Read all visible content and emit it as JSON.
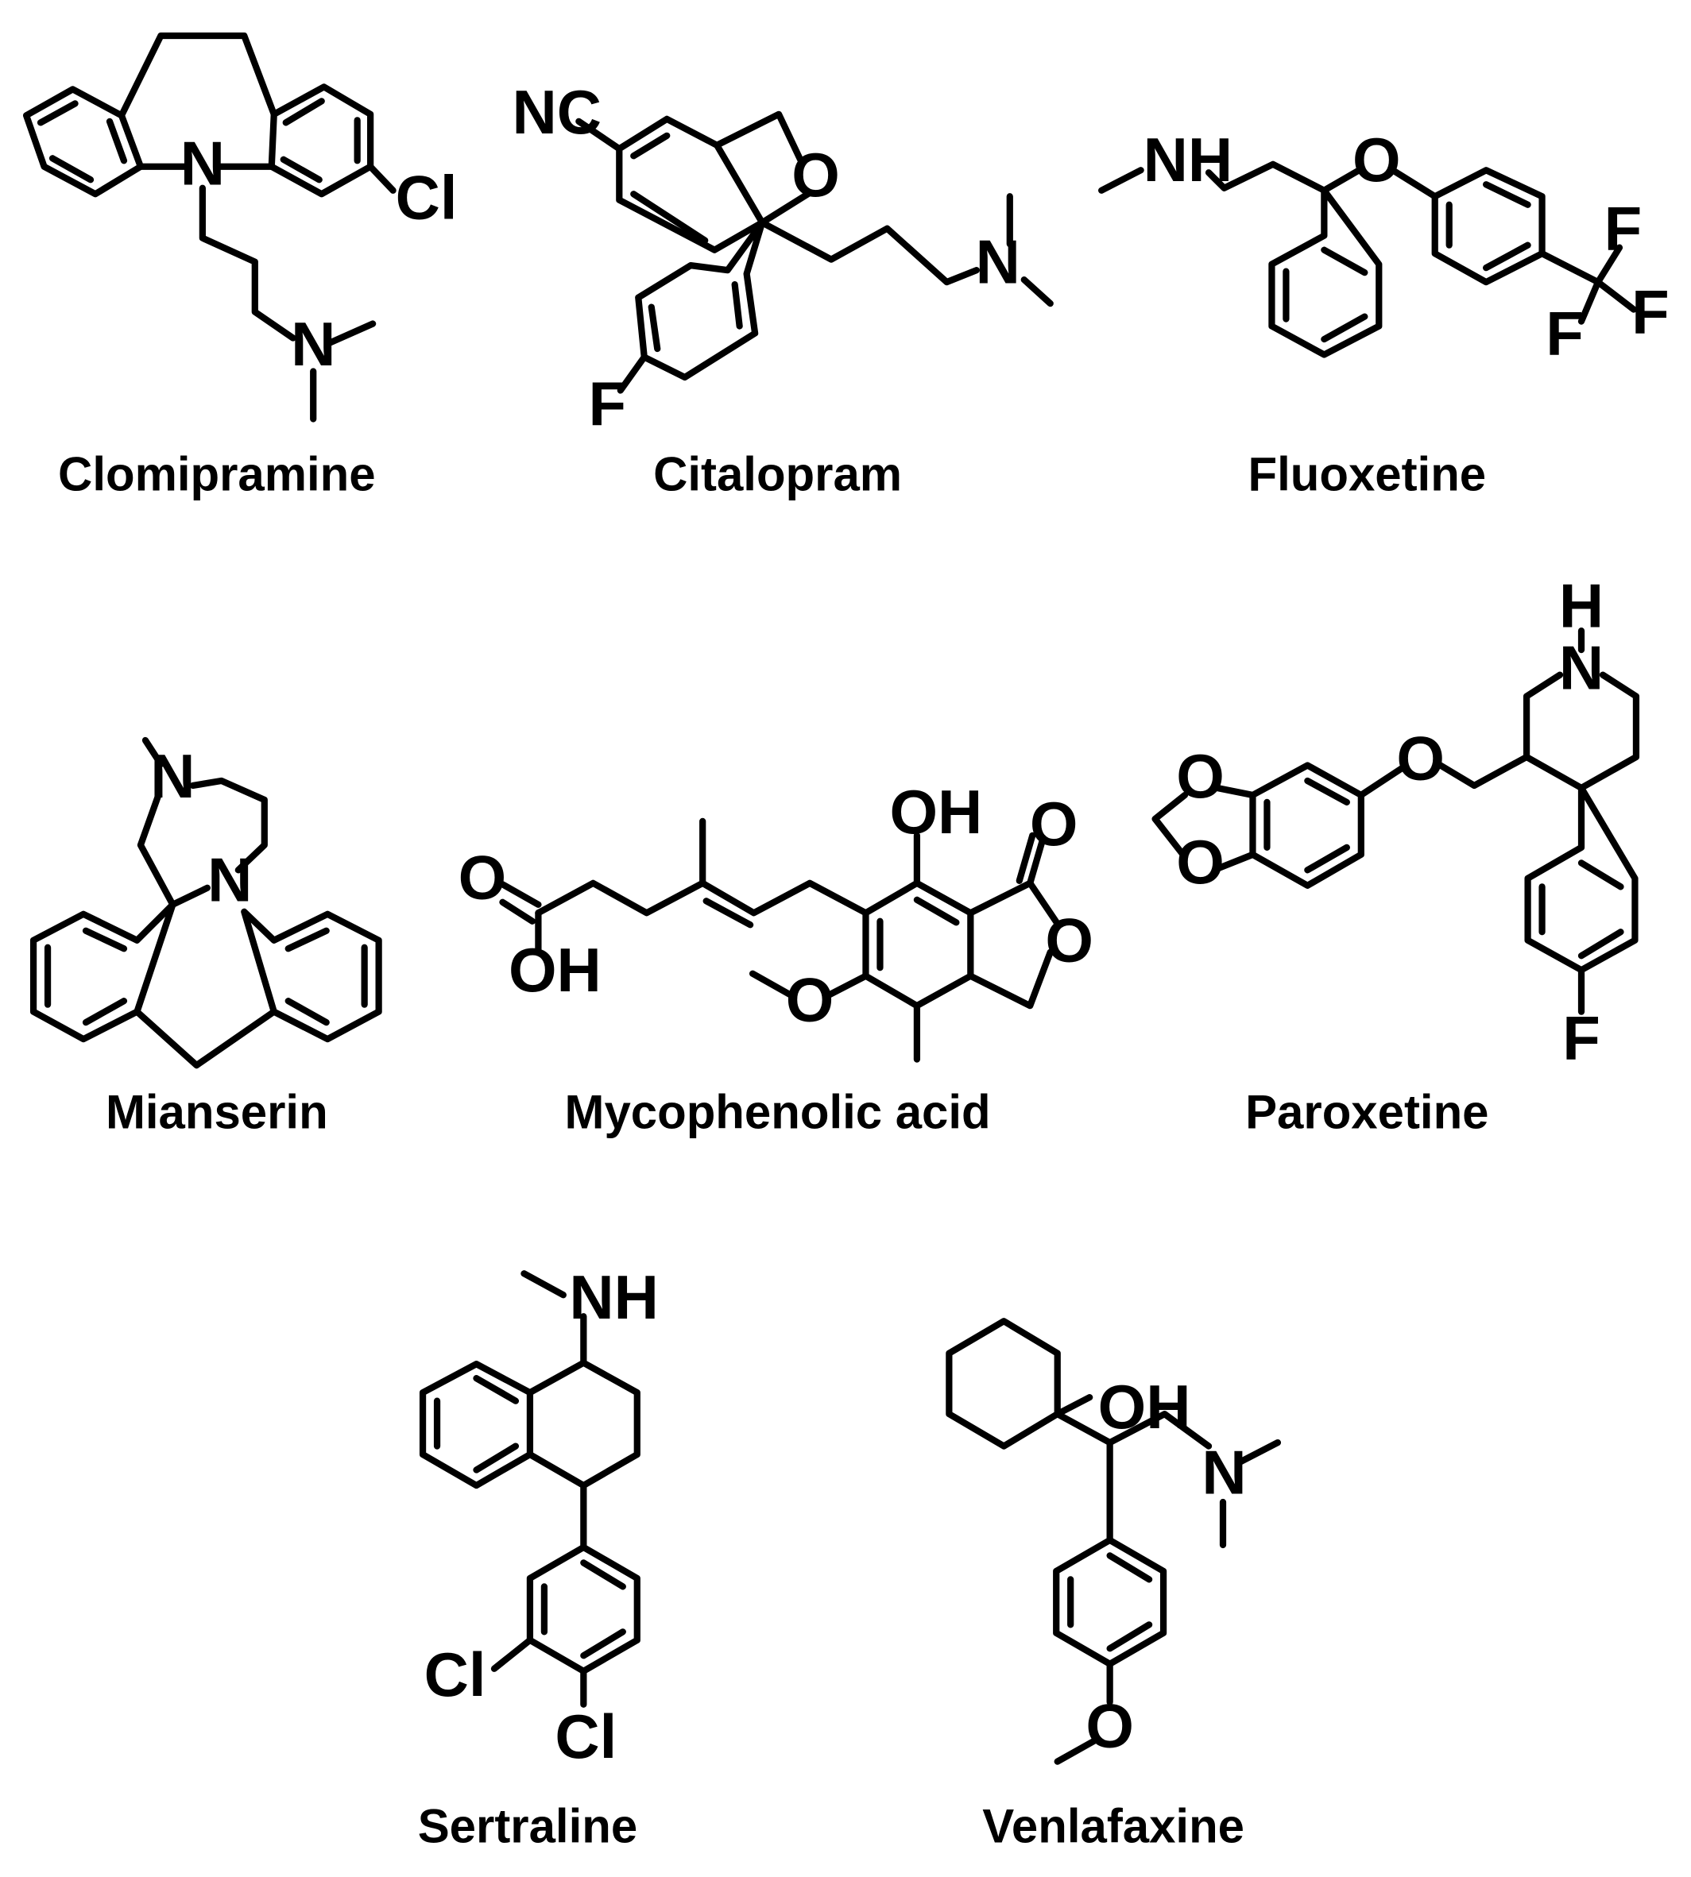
{
  "molecules": {
    "clomipramine": {
      "name": "Clomipramine",
      "labels": [
        "N",
        "N",
        "Cl"
      ]
    },
    "citalopram": {
      "name": "Citalopram",
      "labels": [
        "NC",
        "O",
        "N",
        "F"
      ]
    },
    "fluoxetine": {
      "name": "Fluoxetine",
      "labels": [
        "NH",
        "O",
        "F",
        "F",
        "F"
      ]
    },
    "mianserin": {
      "name": "Mianserin",
      "labels": [
        "N",
        "N"
      ]
    },
    "mycophenolic_acid": {
      "name": "Mycophenolic acid",
      "labels": [
        "O",
        "OH",
        "OH",
        "O",
        "O",
        "O"
      ]
    },
    "paroxetine": {
      "name": "Paroxetine",
      "labels": [
        "H",
        "N",
        "O",
        "O",
        "O",
        "F"
      ]
    },
    "sertraline": {
      "name": "Sertraline",
      "labels": [
        "NH",
        "Cl",
        "Cl"
      ]
    },
    "venlafaxine": {
      "name": "Venlafaxine",
      "labels": [
        "OH",
        "N",
        "O"
      ]
    }
  }
}
